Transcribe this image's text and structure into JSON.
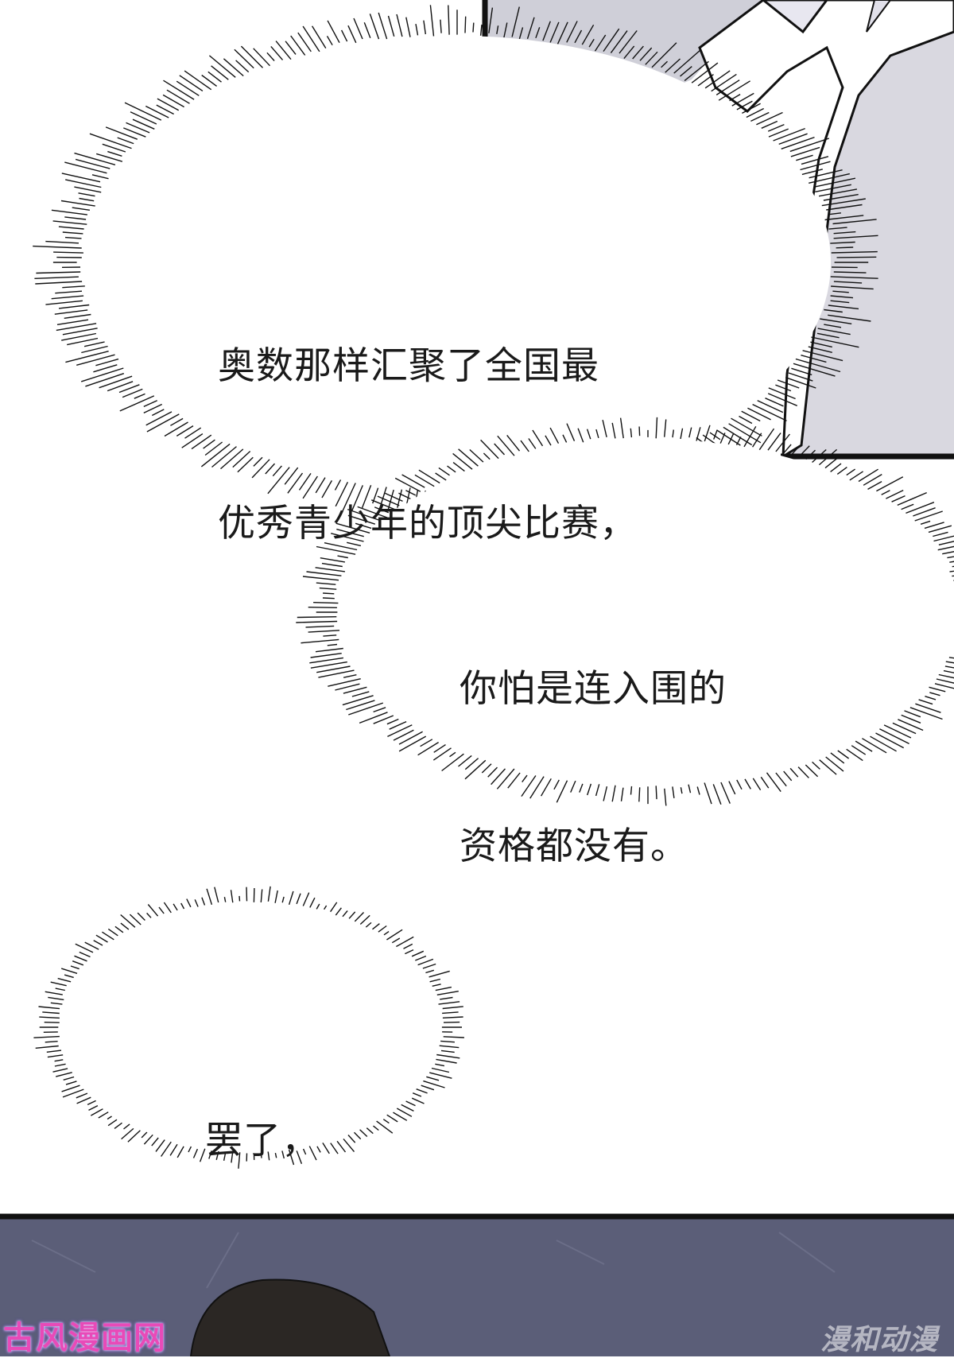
{
  "bubbles": [
    {
      "lines": [
        "奥数那样汇聚了全国最",
        "优秀青少年的顶尖比赛，"
      ]
    },
    {
      "lines": [
        "你怕是连入围的",
        "资格都没有。"
      ]
    },
    {
      "lines": [
        "罢了，"
      ]
    }
  ],
  "watermarks": {
    "left": "古风漫画网",
    "right": "漫和动漫"
  },
  "colors": {
    "panel_dark": "#5b5e78",
    "hair": "#2b2724",
    "ink": "#111111",
    "watermark_pink": "#e84ab8"
  }
}
